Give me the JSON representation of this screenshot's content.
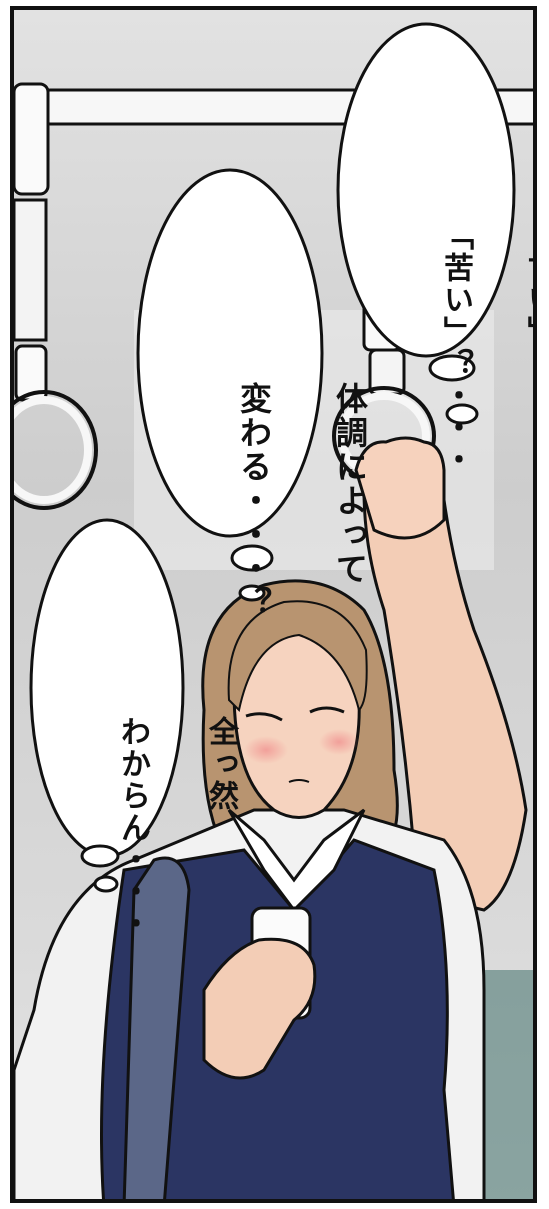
{
  "bubbles": [
    {
      "lines": [
        "「甘い」",
        "「苦い」？・・・"
      ]
    },
    {
      "lines": [
        "体調によって",
        "変わる・・・？"
      ]
    },
    {
      "lines": [
        "全っ然",
        "わからん・・・"
      ]
    }
  ],
  "colors": {
    "uniform_vest": "#2b3563",
    "shirt": "#f2f2f2",
    "hair": "#b89470",
    "skin": "#f3cdb6",
    "background": "#d4d4d4",
    "outline": "#111111"
  }
}
